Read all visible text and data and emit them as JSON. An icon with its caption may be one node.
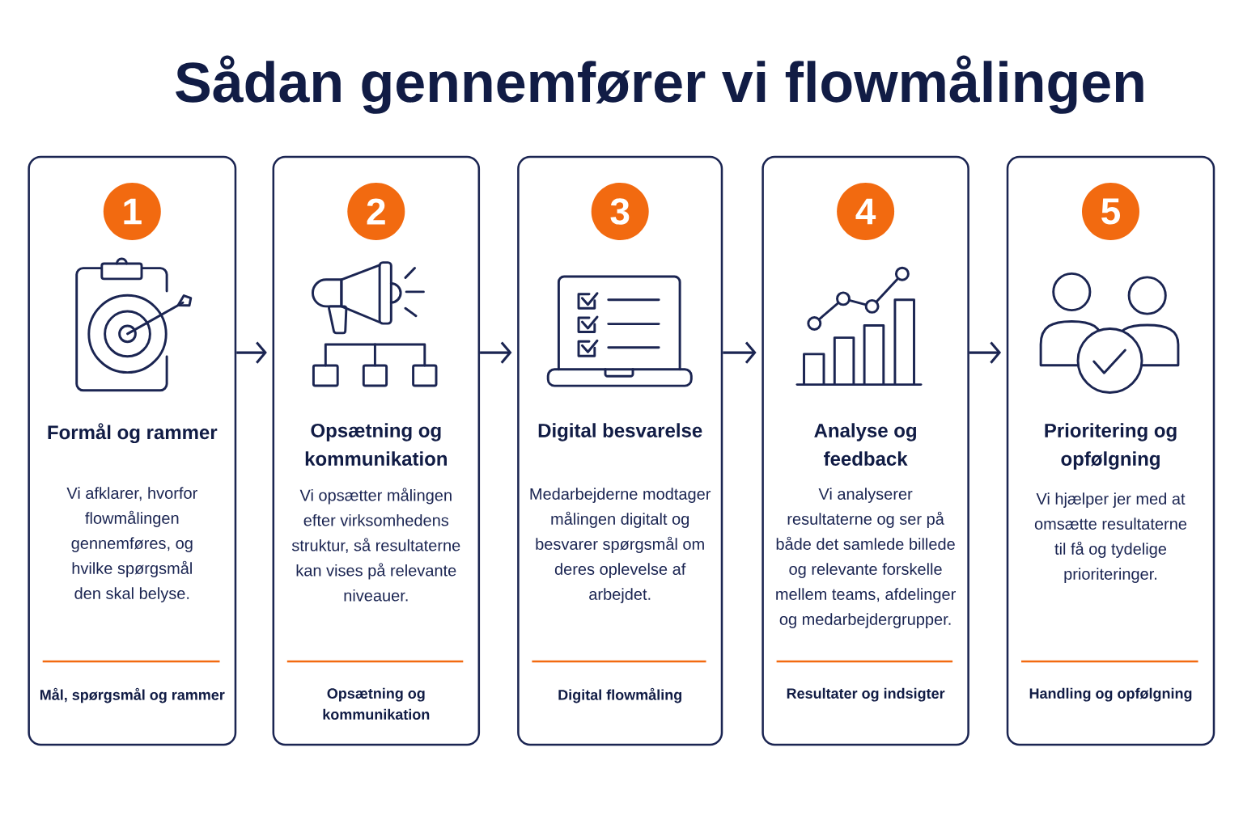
{
  "diagram": {
    "title": "Sådan gennemfører vi flowmålingen",
    "nodes": [
      {
        "text": [
          "Formål og rammer",
          "Vi afklarer, hvorfor flowmålingen gennemføres, og hvilke spørgsmål den skal belyse.",
          "Mål, spørgsmål og rammer"
        ]
      },
      {
        "text": [
          "1"
        ],
        "in": 0
      },
      {
        "text": [
          "Opsætning og kommunikation",
          "Vi opsætter målingen efter virksomhedens struktur, så resultaterne kan vises på relevante niveauer.",
          "Opsætning og kommunikation"
        ]
      },
      {
        "text": [
          "2"
        ],
        "in": 2
      },
      {
        "text": [
          "Digital besvarelse",
          "Medarbejderne modtager målingen digitalt og besvarer spørgsmål om deres oplevelse af arbejdet.",
          "Digital flowmåling"
        ]
      },
      {
        "text": [
          "3"
        ],
        "in": 4
      },
      {
        "text": [
          "Analyse og feedback",
          "Vi analyserer resultaterne og ser på både det samlede billede og relevante forskelle mellem teams, afdelinger og medarbejdergrupper.",
          "Resultater og indsigter"
        ]
      },
      {
        "text": [
          "4"
        ],
        "in": 6
      },
      {
        "text": [
          "Prioritering og opfølgning",
          "Vi hjælper jer med at omsætte resultaterne til få og tydelige prioriteringer.",
          "Handling og opfølgning"
        ]
      },
      {
        "text": [
          "5"
        ],
        "in": 8
      }
    ],
    "edges": [
      {
        "from": 0,
        "to": 2,
        "arrow": "to"
      },
      {
        "from": 2,
        "to": 4,
        "arrow": "to"
      },
      {
        "from": 4,
        "to": 6,
        "arrow": "to"
      },
      {
        "from": 6,
        "to": 8,
        "arrow": "to"
      }
    ]
  }
}
